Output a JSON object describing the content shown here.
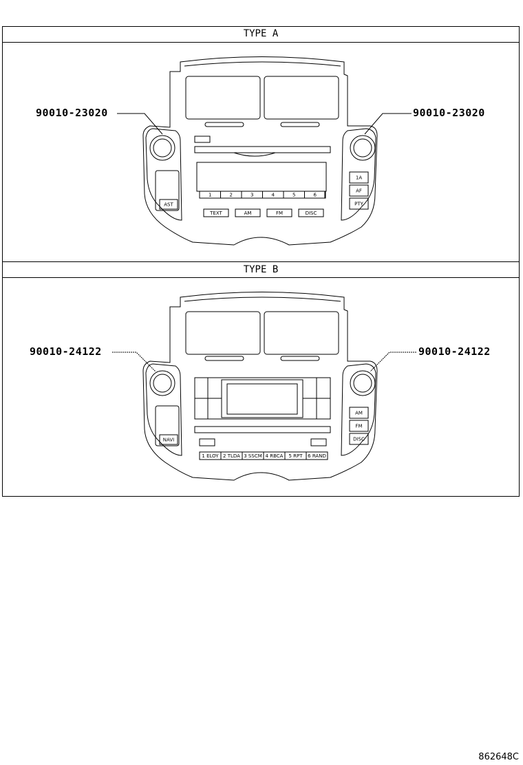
{
  "type_a": {
    "title": "TYPE A",
    "part_left": "90010-23020",
    "part_right": "90010-23020",
    "left_button": "AST",
    "right_buttons": [
      "1A",
      "AF",
      "PTY"
    ],
    "presets": [
      "1",
      "2",
      "3",
      "4",
      "5",
      "6"
    ],
    "bottom_buttons": [
      "TEXT",
      "AM",
      "FM",
      "DISC"
    ]
  },
  "type_b": {
    "title": "TYPE B",
    "part_left": "90010-24122",
    "part_right": "90010-24122",
    "left_button": "NAVI",
    "right_buttons": [
      "AM",
      "FM",
      "DISC"
    ],
    "presets": [
      "1 ELOY",
      "2 TLDA",
      "3 SSCM",
      "4 RBCA",
      "5 RPT",
      "6 RAND"
    ]
  },
  "diagram_code": "862648C"
}
